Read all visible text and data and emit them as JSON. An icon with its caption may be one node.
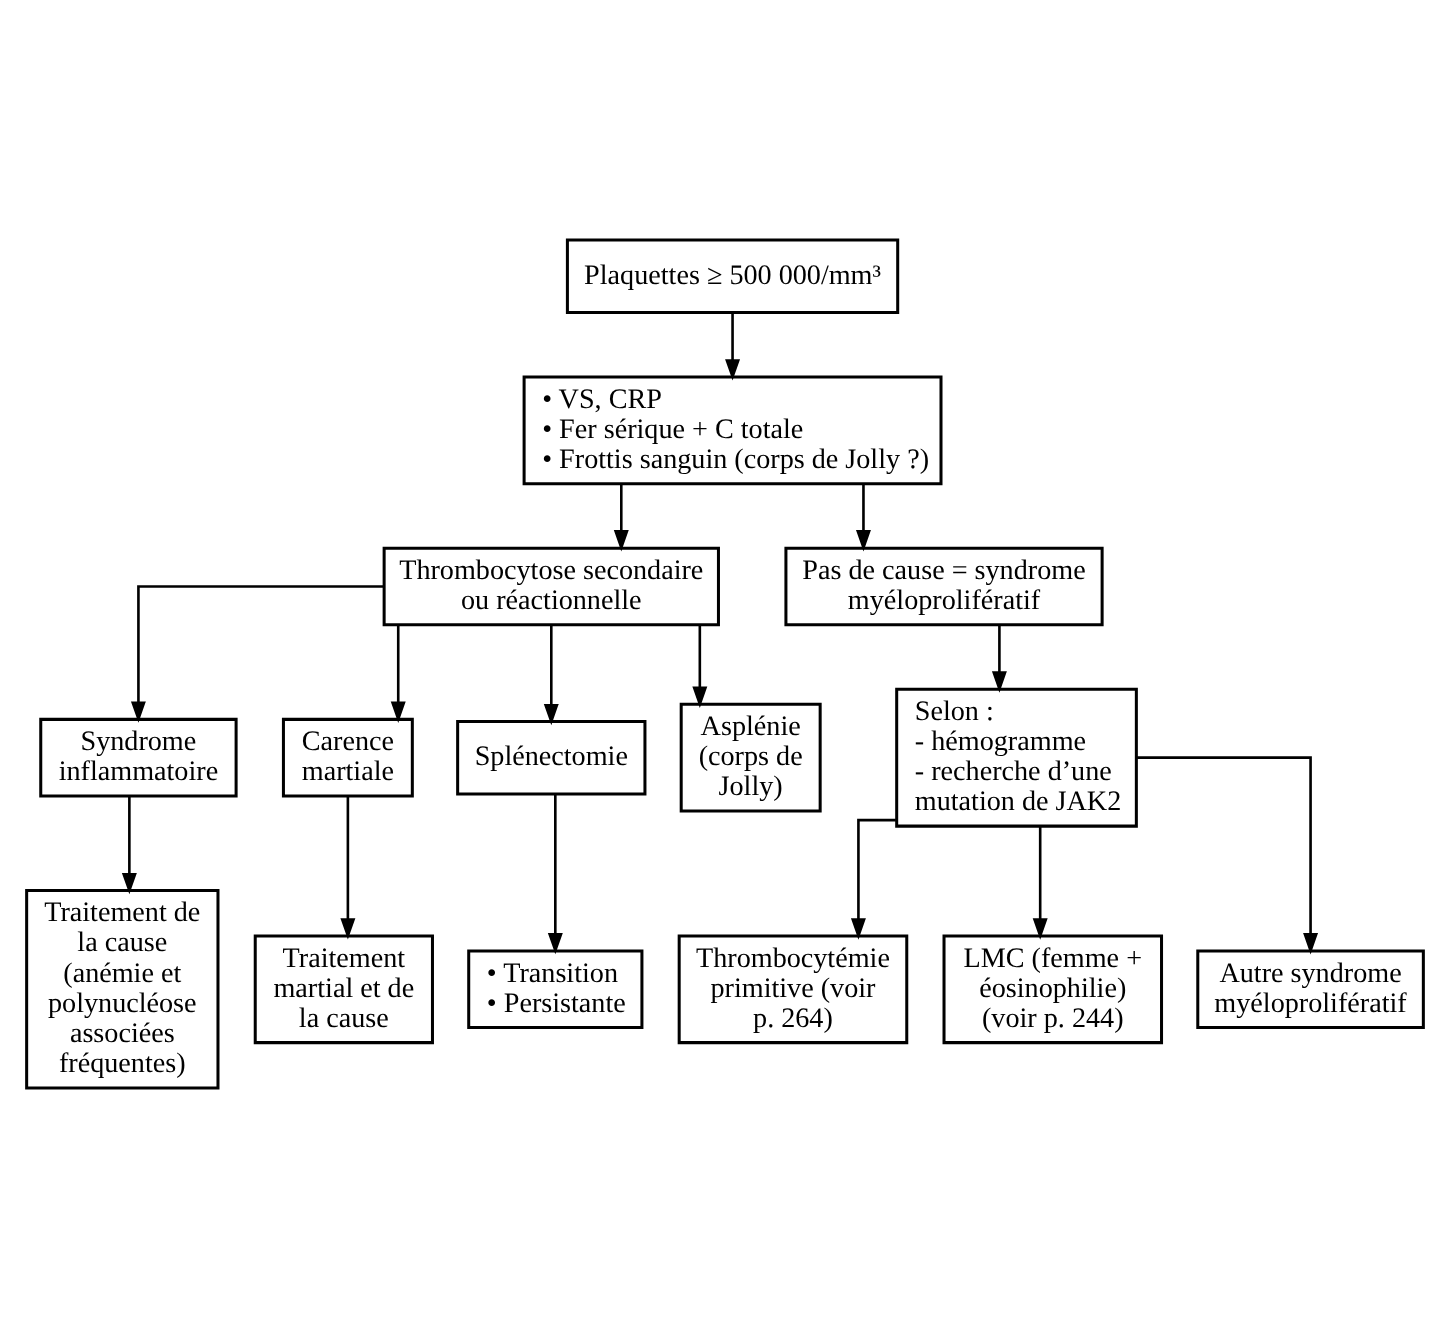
{
  "diagram": {
    "nodes": [
      {
        "text": [
          "Plaquettes ≥ 500 000/mm³"
        ]
      },
      {
        "text": [
          "• VS, CRP",
          "• Fer sérique + C totale",
          "• Frottis sanguin (corps de Jolly ?)"
        ]
      },
      {
        "text": [
          "Thrombocytose secondaire ou réactionnelle"
        ]
      },
      {
        "text": [
          "Pas de cause = syndrome myéloprolifératif"
        ]
      },
      {
        "text": [
          "Syndrome inflammatoire"
        ]
      },
      {
        "text": [
          "Carence martiale"
        ]
      },
      {
        "text": [
          "Splénectomie"
        ]
      },
      {
        "text": [
          "Asplénie (corps de Jolly)"
        ]
      },
      {
        "text": [
          "Selon :",
          "- hémogramme",
          "- recherche d’une mutation de JAK2"
        ]
      },
      {
        "text": [
          "Traitement de la cause (anémie et polynucléose associées fréquentes)"
        ]
      },
      {
        "text": [
          "Traitement martial et de la cause"
        ]
      },
      {
        "text": [
          "• Transition",
          "• Persistante"
        ]
      },
      {
        "text": [
          "Thrombocytémie primitive (voir p. 264)"
        ]
      },
      {
        "text": [
          "LMC (femme + éosinophilie) (voir p. 244)"
        ]
      },
      {
        "text": [
          "Autre syndrome myéloprolifératif"
        ]
      }
    ],
    "edges": [
      {
        "from": 0,
        "to": 1,
        "arrow": "to"
      },
      {
        "from": 1,
        "to": 2,
        "arrow": "to"
      },
      {
        "from": 1,
        "to": 3,
        "arrow": "to"
      },
      {
        "from": 2,
        "to": 4,
        "arrow": "to"
      },
      {
        "from": 2,
        "to": 5,
        "arrow": "to"
      },
      {
        "from": 2,
        "to": 6,
        "arrow": "to"
      },
      {
        "from": 2,
        "to": 7,
        "arrow": "to"
      },
      {
        "from": 3,
        "to": 8,
        "arrow": "to"
      },
      {
        "from": 4,
        "to": 9,
        "arrow": "to"
      },
      {
        "from": 5,
        "to": 10,
        "arrow": "to"
      },
      {
        "from": 6,
        "to": 11,
        "arrow": "to"
      },
      {
        "from": 8,
        "to": 12,
        "arrow": "to"
      },
      {
        "from": 8,
        "to": 13,
        "arrow": "to"
      },
      {
        "from": 8,
        "to": 14,
        "arrow": "to"
      }
    ]
  }
}
